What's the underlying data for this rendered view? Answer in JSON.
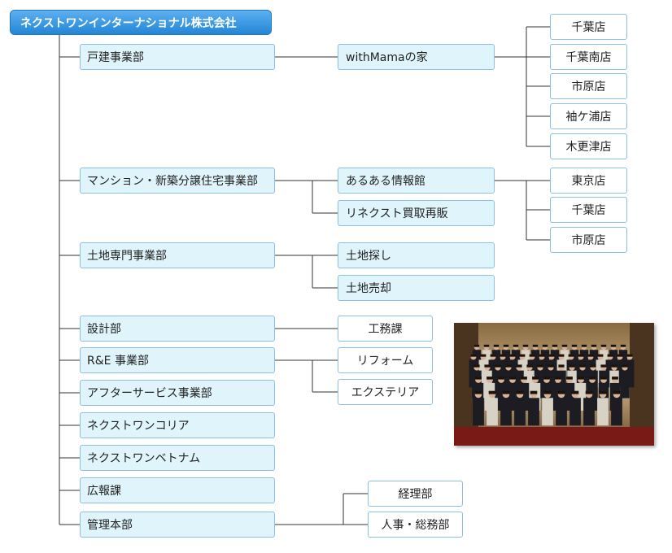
{
  "company": "ネクストワンインターナショナル株式会社",
  "departments": [
    "戸建事業部",
    "マンション・新築分譲住宅事業部",
    "土地専門事業部",
    "設計部",
    "R&E 事業部",
    "アフターサービス事業部",
    "ネクストワンコリア",
    "ネクストワンベトナム",
    "広報課",
    "管理本部"
  ],
  "kodate": {
    "unit": "withMamaの家",
    "shops": [
      "千葉店",
      "千葉南店",
      "市原店",
      "袖ケ浦店",
      "木更津店"
    ]
  },
  "mansion": {
    "units": [
      "あるある情報館",
      "リネクスト買取再販"
    ],
    "shops": [
      "東京店",
      "千葉店",
      "市原店"
    ]
  },
  "tochi": {
    "units": [
      "土地探し",
      "土地売却"
    ]
  },
  "sekkei": {
    "units": [
      "工務課"
    ]
  },
  "re": {
    "units": [
      "リフォーム",
      "エクステリア"
    ]
  },
  "kanri": {
    "units": [
      "経理部",
      "人事・総務部"
    ]
  },
  "photo": {
    "description": "group-photo",
    "colors": {
      "floor": "#7a1a16",
      "wall": "#c9b18a",
      "suit": "#1c1c22",
      "skin": "#d9b399"
    }
  },
  "colors": {
    "root_top": "#5cb0f0",
    "root_bottom": "#2386d6",
    "box_fill": "#dff4fb",
    "box_border": "#8dbfe3",
    "line": "#333333"
  }
}
